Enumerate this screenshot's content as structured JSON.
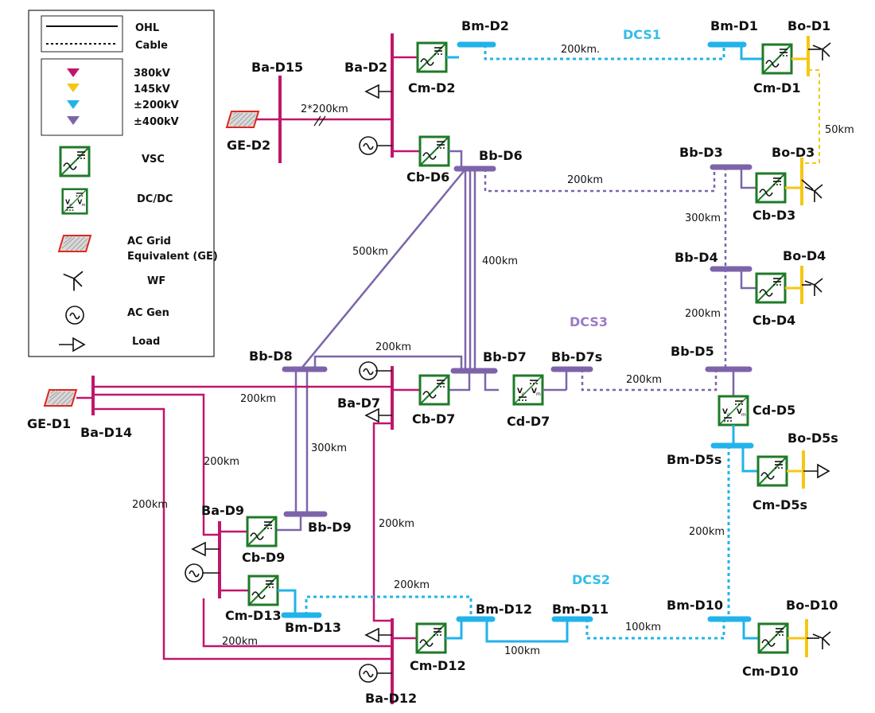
{
  "colors": {
    "kv380": "#c0166b",
    "kv145": "#f5c712",
    "kv200": "#21b3ea",
    "kv400": "#7d64aa",
    "converter": "#1f7a28",
    "ge": "#e0261b"
  },
  "legend": {
    "ohl": "OHL",
    "cable": "Cable",
    "v380": "380kV",
    "v145": "145kV",
    "v200": "±200kV",
    "v400": "±400kV",
    "vsc": "VSC",
    "dcdc": "DC/DC",
    "ge1": "AC Grid",
    "ge2": "Equivalent (GE)",
    "wf": "WF",
    "gen": "AC Gen",
    "load": "Load"
  },
  "systems": {
    "dcs1": "DCS1",
    "dcs2": "DCS2",
    "dcs3": "DCS3"
  },
  "nodes": {
    "bmd2": "Bm-D2",
    "bmd1": "Bm-D1",
    "bod1": "Bo-D1",
    "bad15": "Ba-D15",
    "bad2": "Ba-D2",
    "cmd2": "Cm-D2",
    "cmd1": "Cm-D1",
    "ged2": "GE-D2",
    "bbd6": "Bb-D6",
    "cbd6": "Cb-D6",
    "bbd3": "Bb-D3",
    "bod3": "Bo-D3",
    "cbd3": "Cb-D3",
    "bbd4": "Bb-D4",
    "bod4": "Bo-D4",
    "cbd4": "Cb-D4",
    "bbd8": "Bb-D8",
    "bbd7": "Bb-D7",
    "bbd7s": "Bb-D7s",
    "bbd5": "Bb-D5",
    "ged1": "GE-D1",
    "bad14": "Ba-D14",
    "bad7": "Ba-D7",
    "cbd7": "Cb-D7",
    "cdd7": "Cd-D7",
    "cdd5": "Cd-D5",
    "bmd5s": "Bm-D5s",
    "bod5s": "Bo-D5s",
    "cmd5s": "Cm-D5s",
    "bad9": "Ba-D9",
    "cbd9": "Cb-D9",
    "bbd9": "Bb-D9",
    "cmd13": "Cm-D13",
    "bmd13": "Bm-D13",
    "bmd12": "Bm-D12",
    "bmd11": "Bm-D11",
    "bmd10": "Bm-D10",
    "bod10": "Bo-D10",
    "cmd12": "Cm-D12",
    "cmd10": "Cm-D10",
    "bad12": "Ba-D12"
  },
  "distances": {
    "d_bmd2_bmd1": "200km.",
    "d_ba15_ba2": "2*200km",
    "d_bod1_bod3": "50km",
    "d_bbd6_bbd3": "200km",
    "d_bbd3_bbd4": "300km",
    "d_bbd8_bbd6": "500km",
    "d_bbd6_bbd7": "400km",
    "d_bbd4_bbd5": "200km",
    "d_bbd8_bbd7": "200km",
    "d_bbd7s_bbd5": "200km",
    "d_bad14_bad7": "200km",
    "d_bbd8_bbd9": "300km",
    "d_bad14_bad9": "200km",
    "d_bad14_bad12": "200km",
    "d_bad7_bad12": "200km",
    "d_bmd5s_bmd10": "200km",
    "d_bmd13_bmd12": "200km",
    "d_bad9_bad12": "200km",
    "d_bmd12_bmd11": "100km",
    "d_bmd11_bmd10": "100km"
  }
}
